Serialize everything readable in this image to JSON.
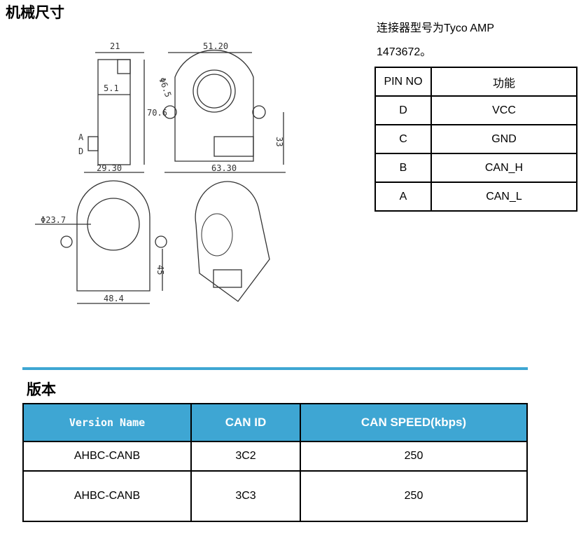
{
  "section1": {
    "title": "机械尺寸"
  },
  "note": {
    "line1": "连接器型号为Tyco AMP",
    "line2": "1473672。"
  },
  "pin_table": {
    "headers": [
      "PIN NO",
      "功能"
    ],
    "rows": [
      [
        "D",
        "VCC"
      ],
      [
        "C",
        "GND"
      ],
      [
        "B",
        "CAN_H"
      ],
      [
        "A",
        "CAN_L"
      ]
    ]
  },
  "drawing": {
    "dims": {
      "side_width": "21",
      "side_inner": "5.1",
      "side_height": "70.6",
      "side_base": "29.30",
      "front_width": "51.20",
      "hole": "Φ6.5",
      "front_height": "33",
      "front_base": "63.30",
      "bore": "Φ23.7",
      "rear_height": "45",
      "rear_width": "48.4",
      "pin_a": "A",
      "pin_d": "D"
    }
  },
  "section2": {
    "title": "版本"
  },
  "version_table": {
    "headers": [
      "Version Name",
      "CAN ID",
      "CAN SPEED(kbps)"
    ],
    "rows": [
      [
        "AHBC-CANB",
        "3C2",
        "250"
      ],
      [
        "AHBC-CANB",
        "3C3",
        "250"
      ]
    ]
  },
  "colors": {
    "accent": "#3ea6d3"
  }
}
